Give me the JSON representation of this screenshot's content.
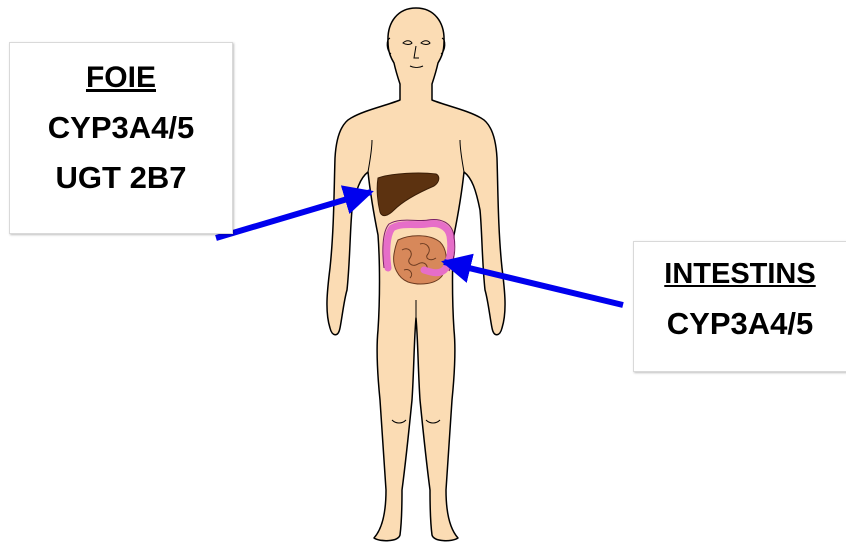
{
  "liver_label": {
    "title": "FOIE",
    "lines": [
      "CYP3A4/5",
      "UGT 2B7"
    ]
  },
  "intestine_label": {
    "title": "INTESTINS",
    "lines": [
      "CYP3A4/5"
    ]
  },
  "colors": {
    "skin": "#fbdcb4",
    "outline": "#000000",
    "liver": "#5c3210",
    "colon": "#e66ec8",
    "small_intestine": "#d7885a",
    "arrow": "#0000ee"
  }
}
